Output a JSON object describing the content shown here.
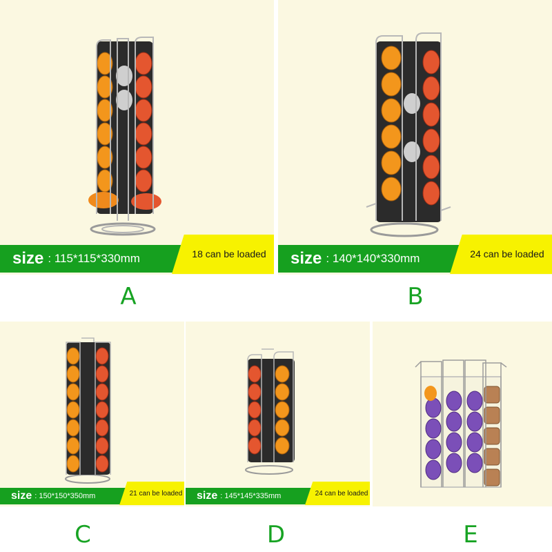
{
  "colors": {
    "panel_background": "#fbf8e1",
    "size_bar": "#16a01f",
    "capacity_badge": "#f7f200",
    "letter": "#17a323"
  },
  "panels": [
    {
      "letter": "A",
      "size_label": "size",
      "dimensions": ": 115*115*330mm",
      "capacity": "18 can be loaded"
    },
    {
      "letter": "B",
      "size_label": "size",
      "dimensions": ": 140*140*330mm",
      "capacity": "24 can be loaded"
    },
    {
      "letter": "C",
      "size_label": "size",
      "dimensions": ": 150*150*350mm",
      "capacity": "21 can be loaded"
    },
    {
      "letter": "D",
      "size_label": "size",
      "dimensions": ": 145*145*335mm",
      "capacity": "24 can be loaded"
    },
    {
      "letter": "E"
    }
  ]
}
